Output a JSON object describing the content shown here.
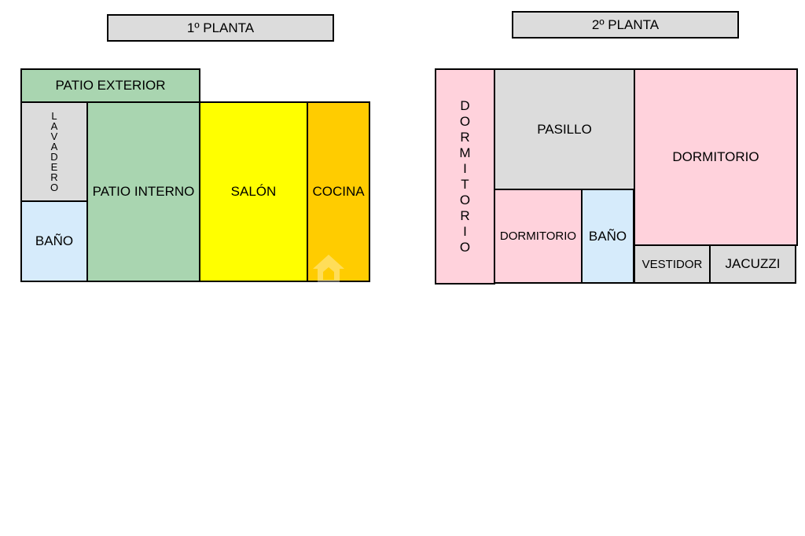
{
  "floor1": {
    "title": "1º PLANTA",
    "rooms": {
      "patio_exterior": "PATIO EXTERIOR",
      "lavadero": "LAVADERO",
      "bano": "BAÑO",
      "patio_interno": "PATIO INTERNO",
      "salon": "SALÓN",
      "cocina": "COCINA"
    }
  },
  "floor2": {
    "title": "2º PLANTA",
    "rooms": {
      "dormitorio_vertical": "DORMITORIO",
      "pasillo": "PASILLO",
      "dormitorio_large": "DORMITORIO",
      "dormitorio_small": "DORMITORIO",
      "bano": "BAÑO",
      "vestidor": "VESTIDOR",
      "jacuzzi": "JACUZZI"
    }
  },
  "colors": {
    "title_gray": "#dcdcdc",
    "green": "#a9d5b0",
    "gray": "#dcdcdc",
    "light_blue": "#d6ebfb",
    "yellow": "#ffff00",
    "orange": "#ffcc00",
    "pink": "#ffd2dc"
  }
}
